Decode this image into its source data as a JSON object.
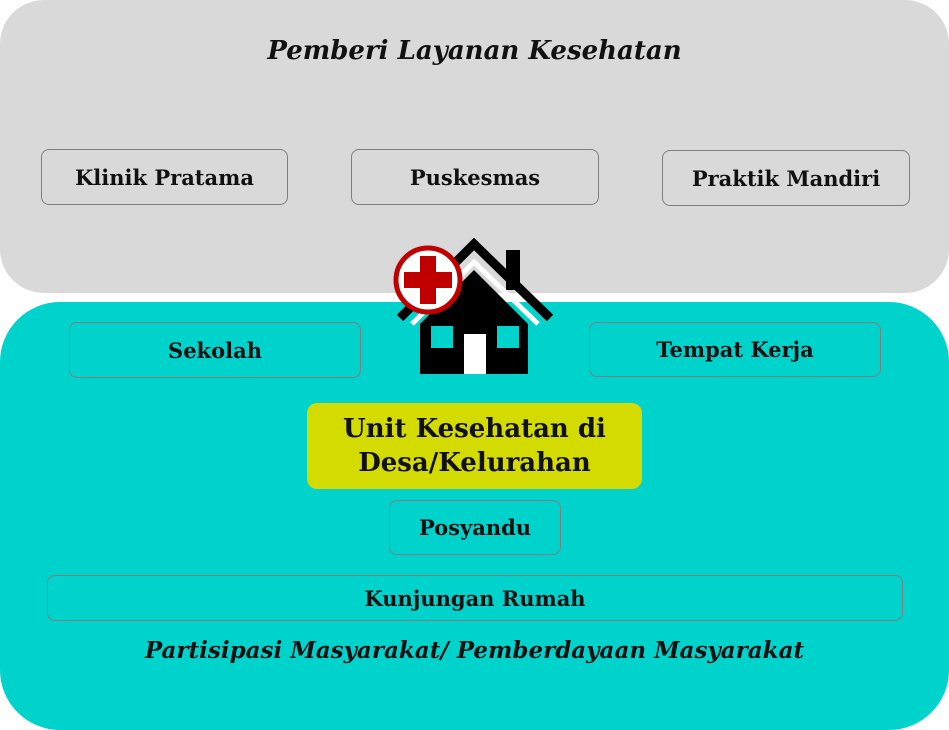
{
  "providers": {
    "title": "Pemberi Layanan Kesehatan",
    "items": [
      "Klinik Pratama",
      "Puskesmas",
      "Praktik Mandiri"
    ]
  },
  "community": {
    "left": "Sekolah",
    "right": "Tempat Kerja",
    "center_line1": "Unit Kesehatan di",
    "center_line2": "Desa/Kelurahan",
    "posyandu": "Posyandu",
    "home_visit": "Kunjungan Rumah",
    "title": "Partisipasi Masyarakat/ Pemberdayaan Masyarakat"
  },
  "icons": {
    "house": "house-icon",
    "medical_cross": "medical-cross-icon"
  },
  "colors": {
    "top_panel": "#d9d9d9",
    "bottom_panel": "#00d2cc",
    "highlight": "#d4db00",
    "cross_red": "#c00000"
  }
}
